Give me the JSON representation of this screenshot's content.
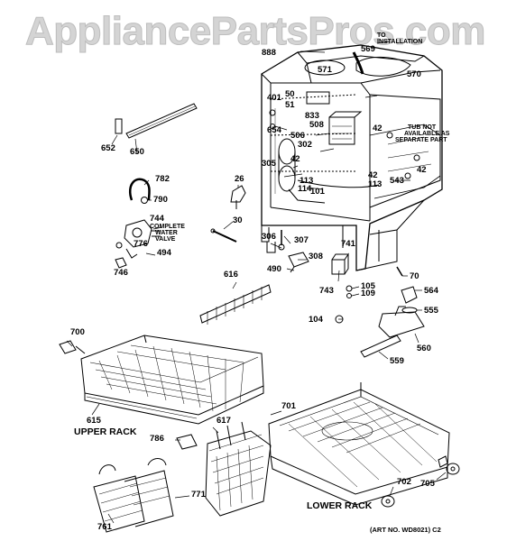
{
  "watermark": "AppliancePartsPros.com",
  "parts": {
    "p569": "569",
    "p888": "888",
    "p571": "571",
    "p570": "570",
    "p401": "401",
    "p50": "50",
    "p51": "51",
    "p833": "833",
    "p654": "654",
    "p506": "506",
    "p508": "508",
    "p302": "302",
    "p42a": "42",
    "p42b": "42",
    "p42c": "42",
    "p42d": "42",
    "p305": "305",
    "p113a": "113",
    "p114": "114",
    "p101": "101",
    "p113b": "113",
    "p543": "543",
    "p652": "652",
    "p650": "650",
    "p26": "26",
    "p782": "782",
    "p790": "790",
    "p744": "744",
    "p30": "30",
    "p776": "776",
    "p494": "494",
    "p746": "746",
    "p306": "306",
    "p307": "307",
    "p741": "741",
    "p308": "308",
    "p490": "490",
    "p70": "70",
    "p743": "743",
    "p616": "616",
    "p105": "105",
    "p109": "109",
    "p564": "564",
    "p555": "555",
    "p104": "104",
    "p700": "700",
    "p560": "560",
    "p559": "559",
    "p701": "701",
    "p615": "615",
    "p617": "617",
    "p786": "786",
    "p771": "771",
    "p702": "702",
    "p705": "705",
    "p761": "761"
  },
  "notes": {
    "top_note_1": "TO",
    "top_note_2": "INSTALLATION",
    "tub_note_1": "TUB NOT",
    "tub_note_2": "AVAILABLE AS",
    "tub_note_3": "SEPARATE PART",
    "valve_1": "COMPLETE",
    "valve_2": "WATER",
    "valve_3": "VALVE",
    "upper_rack": "UPPER RACK",
    "lower_rack": "LOWER RACK",
    "art_no": "(ART NO. WD8021) C2"
  }
}
